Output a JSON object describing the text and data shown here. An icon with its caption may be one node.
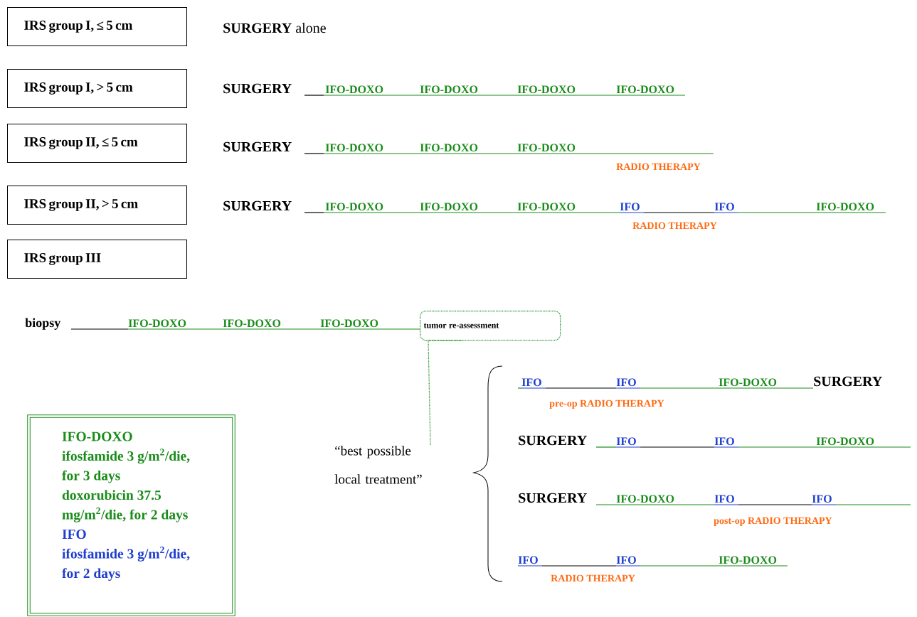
{
  "diagram": {
    "nodes": [
      {
        "text": [
          "IRS group I, ≤ 5 cm"
        ]
      },
      {
        "text": [
          "IRS group I, > 5 cm"
        ]
      },
      {
        "text": [
          "IRS group II, ≤ 5 cm"
        ]
      },
      {
        "text": [
          "IRS group II, > 5 cm"
        ]
      },
      {
        "text": [
          "IRS group III"
        ]
      },
      {
        "text": [
          "tumor re-assessment"
        ]
      },
      {
        "text": [
          "IFO-DOXO",
          "ifosfamide 3 g/m$^{2}$/die, for 3 days",
          "doxorubicin 37.5 mg/m$^{2}$/die, for 2 days",
          "IFO",
          "ifosfamide 3 g/m$^{2}$/die, for 2 days"
        ]
      },
      {
        "text": [
          "“best possible local treatment”"
        ]
      }
    ],
    "edges": [
      {
        "from": 5,
        "to": 7,
        "arrow": "none",
        "style": "dashed",
        "color": "#1a8c1a"
      }
    ],
    "labels": [
      "**SURGERY** alone",
      "SURGERY",
      "IFO-DOXO",
      "IFO-DOXO",
      "IFO-DOXO",
      "IFO-DOXO",
      "SURGERY",
      "IFO-DOXO",
      "IFO-DOXO",
      "IFO-DOXO",
      "RADIO THERAPY",
      "SURGERY",
      "IFO-DOXO",
      "IFO-DOXO",
      "IFO-DOXO",
      "IFO",
      "IFO",
      "IFO-DOXO",
      "RADIO THERAPY",
      "biopsy",
      "IFO-DOXO",
      "IFO-DOXO",
      "IFO-DOXO",
      "IFO",
      "IFO",
      "IFO-DOXO",
      "SURGERY",
      "pre-op RADIO THERAPY",
      "SURGERY",
      "IFO",
      "IFO",
      "IFO-DOXO",
      "SURGERY",
      "IFO-DOXO",
      "IFO",
      "IFO",
      "post-op RADIO THERAPY",
      "IFO",
      "IFO",
      "IFO-DOXO",
      "RADIO THERAPY"
    ]
  }
}
